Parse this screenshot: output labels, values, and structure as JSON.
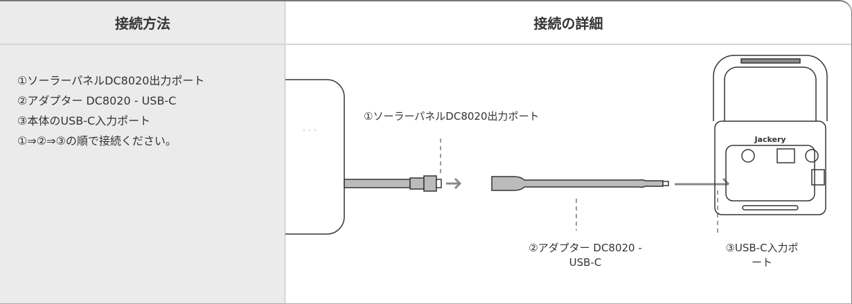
{
  "header": {
    "method": "接続方法",
    "details": "接続の詳細"
  },
  "steps": [
    "①ソーラーパネルDC8020出力ポート",
    "②アダプター DC8020 - USB-C",
    "③本体のUSB-C入力ポート",
    "①⇒②⇒③の順で接続ください。"
  ],
  "diagram": {
    "label1": "①ソーラーパネルDC8020出力ポート",
    "label2_line1": "②アダプター DC8020 -",
    "label2_line2": "USB-C",
    "label3_line1": "③USB-C入力ポ",
    "label3_line2": "ート",
    "brand": "Jackery"
  }
}
